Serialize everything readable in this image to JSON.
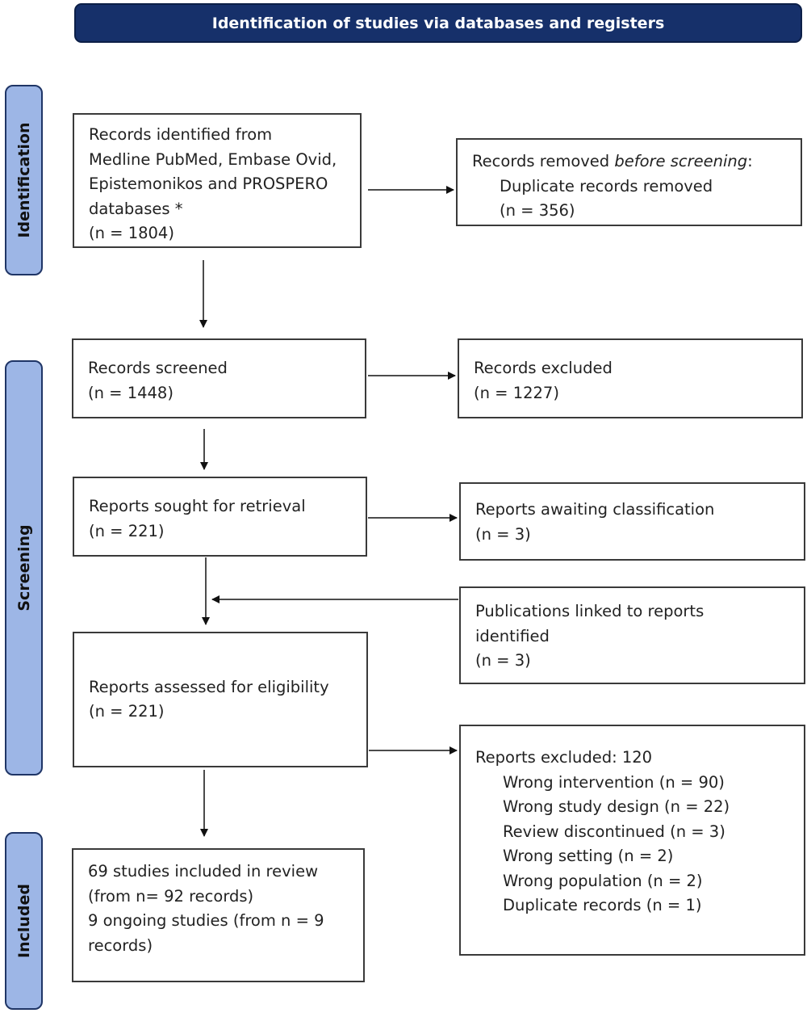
{
  "header": {
    "title": "Identification of studies via databases and registers"
  },
  "stages": {
    "identification": "Identification",
    "screening": "Screening",
    "included": "Included"
  },
  "boxes": {
    "records_identified": [
      "Records identified from",
      "Medline PubMed, Embase Ovid,",
      "Epistemonikos and PROSPERO",
      "databases *",
      "(n = 1804)"
    ],
    "records_removed": {
      "prefix": "Records removed ",
      "emph": "before screening",
      "suffix": ":",
      "line2": "Duplicate records removed",
      "line3": "(n = 356)"
    },
    "records_screened": [
      "Records screened",
      "(n = 1448)"
    ],
    "records_excluded": [
      "Records excluded",
      "(n = 1227)"
    ],
    "reports_sought": [
      "Reports sought for retrieval",
      "(n = 221)"
    ],
    "reports_awaiting": [
      "Reports awaiting classification",
      "(n = 3)"
    ],
    "publications_linked": [
      "Publications linked to reports",
      "identified",
      "(n = 3)"
    ],
    "reports_assessed": [
      "Reports assessed for eligibility",
      "(n = 221)"
    ],
    "reports_excluded": {
      "title": "Reports excluded: 120",
      "reasons": [
        "Wrong intervention (n = 90)",
        "Wrong study design (n = 22)",
        "Review discontinued (n = 3)",
        "Wrong setting (n = 2)",
        "Wrong population (n = 2)",
        "Duplicate records (n = 1)"
      ]
    },
    "included_studies": [
      "69 studies included in review",
      "(from n= 92 records)",
      "9 ongoing studies (from n = 9",
      "records)"
    ]
  }
}
